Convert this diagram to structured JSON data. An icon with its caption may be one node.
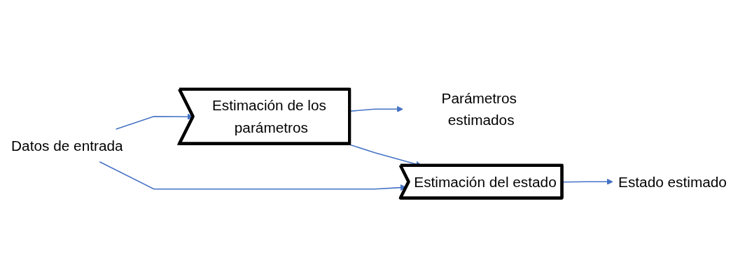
{
  "diagram": {
    "nodes": [
      {
        "text": [
          "Datos de entrada"
        ]
      },
      {
        "text": [
          "Estimación de los parámetros"
        ]
      },
      {
        "text": [
          "Parámetros estimados"
        ]
      },
      {
        "text": [
          "Estimación del estado"
        ]
      },
      {
        "text": [
          "Estado estimado"
        ]
      }
    ],
    "edges": [
      {
        "from": 0,
        "to": 1,
        "arrow": "to"
      },
      {
        "from": 0,
        "to": 3,
        "arrow": "to"
      },
      {
        "from": 1,
        "to": 2,
        "arrow": "to"
      },
      {
        "from": 1,
        "to": 3,
        "arrow": "to"
      },
      {
        "from": 3,
        "to": 4,
        "arrow": "to"
      }
    ]
  }
}
